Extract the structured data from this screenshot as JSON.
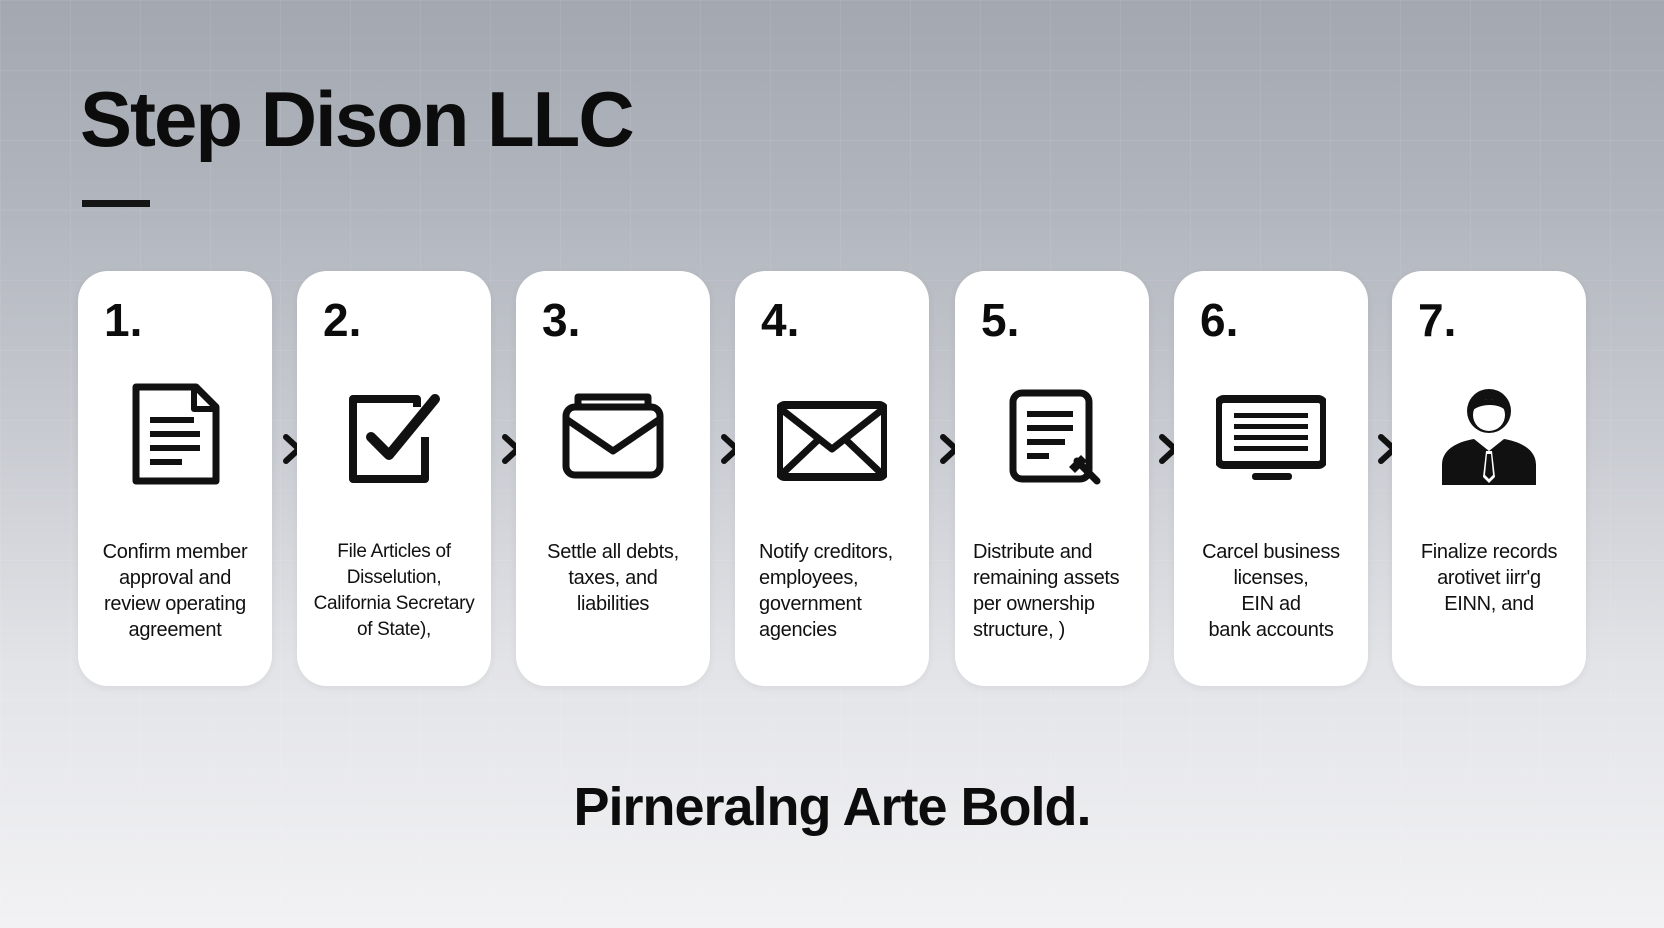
{
  "header": {
    "title": "Step Dison LLC"
  },
  "steps": [
    {
      "number": "1.",
      "icon": "document-icon",
      "text": "Confirm member\napproval and\nreview operating\nagreement"
    },
    {
      "number": "2.",
      "icon": "checkbox-icon",
      "text": "File Articles of\nDisselution,\nCalifornia Secretary\nof State),",
      "text_size": "small"
    },
    {
      "number": "3.",
      "icon": "inbox-tray-icon",
      "text": "Settle all debts,\ntaxes, and\nliabilities"
    },
    {
      "number": "4.",
      "icon": "envelope-icon",
      "text": "Notify creditors,\nemployees,\ngovernment\nagencies"
    },
    {
      "number": "5.",
      "icon": "document-edit-icon",
      "text": "Distribute and\nremaining assets\nper ownership\nstructure, )"
    },
    {
      "number": "6.",
      "icon": "monitor-icon",
      "text": "Carcel business\nlicenses,\nEIN ad\nbank accounts"
    },
    {
      "number": "7.",
      "icon": "businessperson-icon",
      "text": "Finalize records\narotivet iirr'g\nEINN, and"
    }
  ],
  "footer": {
    "text": "Pirneralng Arte Bold."
  },
  "colors": {
    "card": "#ffffff",
    "text": "#111111",
    "accent": "#151515"
  }
}
